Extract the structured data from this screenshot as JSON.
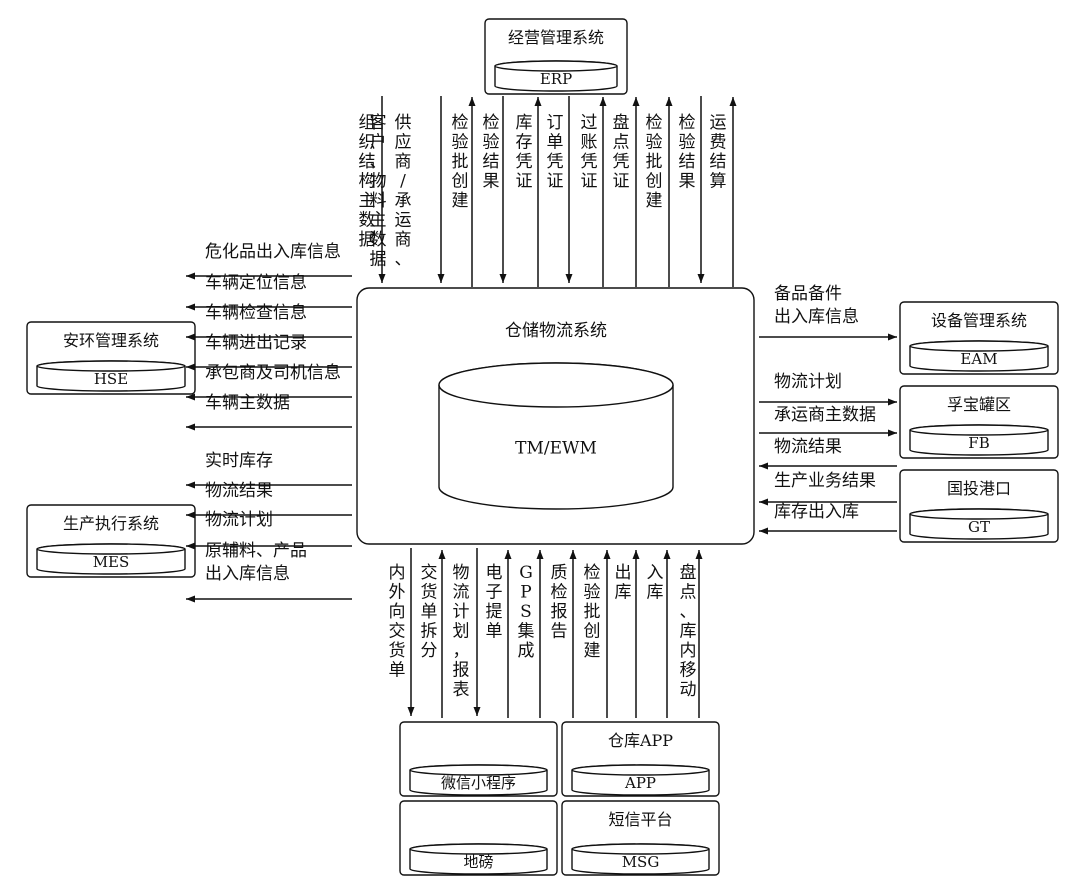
{
  "center": {
    "title": "仓储物流系统",
    "db": "TM/EWM"
  },
  "systems": {
    "erp": {
      "title": "经营管理系统",
      "db": "ERP"
    },
    "hse": {
      "title": "安环管理系统",
      "db": "HSE"
    },
    "mes": {
      "title": "生产执行系统",
      "db": "MES"
    },
    "eam": {
      "title": "设备管理系统",
      "db": "EAM"
    },
    "fb": {
      "title": "孚宝罐区",
      "db": "FB"
    },
    "gt": {
      "title": "国投港口",
      "db": "GT"
    },
    "wx": {
      "title": "",
      "db": "微信小程序"
    },
    "app": {
      "title": "仓库APP",
      "db": "APP"
    },
    "db": {
      "title": "",
      "db": "地磅"
    },
    "msg": {
      "title": "短信平台",
      "db": "MSG"
    }
  },
  "flows": {
    "top": [
      {
        "cols": [
          "组织结构主数据"
        ],
        "direction": "down"
      },
      {
        "cols": [
          "客户、物料主数据",
          "供应商/承运商、"
        ],
        "direction": "down"
      },
      {
        "cols": [
          "检验批创建"
        ],
        "direction": "up"
      },
      {
        "cols": [
          "检验结果"
        ],
        "direction": "down"
      },
      {
        "cols": [
          "库存凭证"
        ],
        "direction": "up"
      },
      {
        "cols": [
          "订单凭证"
        ],
        "direction": "down"
      },
      {
        "cols": [
          "过账凭证"
        ],
        "direction": "up"
      },
      {
        "cols": [
          "盘点凭证"
        ],
        "direction": "up"
      },
      {
        "cols": [
          "检验批创建"
        ],
        "direction": "up"
      },
      {
        "cols": [
          "检验结果"
        ],
        "direction": "down"
      },
      {
        "cols": [
          "运费结算"
        ],
        "direction": "up"
      }
    ],
    "hse": [
      "危化品出入库信息",
      "车辆定位信息",
      "车辆检查信息",
      "车辆进出记录",
      "承包商及司机信息",
      "车辆主数据"
    ],
    "mes": [
      {
        "lines": [
          "实时库存"
        ]
      },
      {
        "lines": [
          "物流结果"
        ]
      },
      {
        "lines": [
          "物流计划"
        ]
      },
      {
        "lines": [
          "原辅料、产品",
          "出入库信息"
        ]
      }
    ],
    "right": [
      {
        "lines": [
          "备品备件",
          "出入库信息"
        ],
        "direction": "out"
      },
      {
        "lines": [
          "物流计划"
        ],
        "direction": "out"
      },
      {
        "lines": [
          "承运商主数据"
        ],
        "direction": "out"
      },
      {
        "lines": [
          "物流结果"
        ],
        "direction": "in"
      },
      {
        "lines": [
          "生产业务结果"
        ],
        "direction": "in"
      },
      {
        "lines": [
          "库存出入库"
        ],
        "direction": "in"
      }
    ],
    "bottom": [
      {
        "text": "内外向交货单",
        "direction": "down"
      },
      {
        "text": "交货单拆分",
        "direction": "up"
      },
      {
        "text": "物流计划，报表",
        "direction": "down"
      },
      {
        "text": "电子提单",
        "direction": "up"
      },
      {
        "text": "GPS集成",
        "direction": "up"
      },
      {
        "text": "质检报告",
        "direction": "up"
      },
      {
        "text": "检验批创建",
        "direction": "up"
      },
      {
        "text": "出库",
        "direction": "up"
      },
      {
        "text": "入库",
        "direction": "up"
      },
      {
        "text": "盘点、库内移动",
        "direction": "up"
      }
    ]
  }
}
